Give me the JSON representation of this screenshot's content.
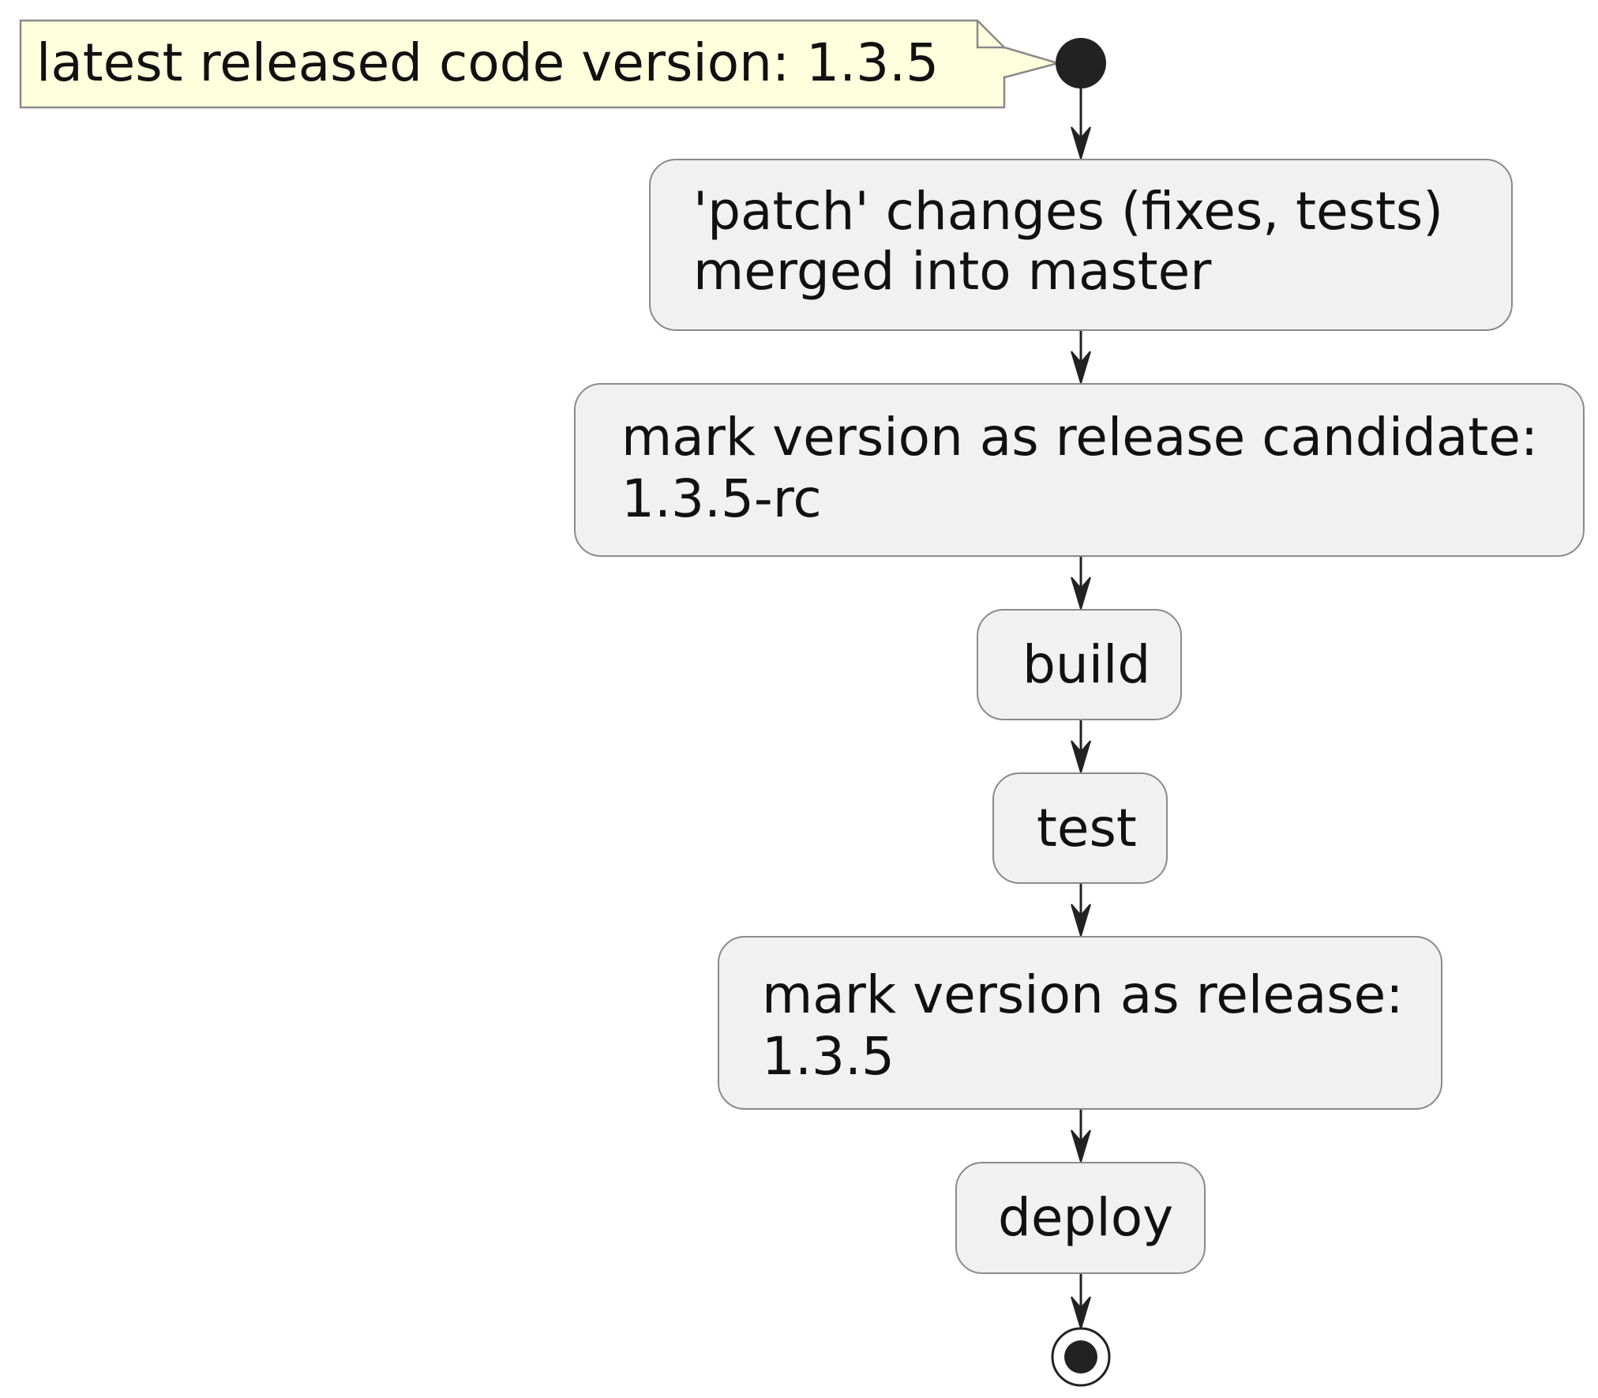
{
  "note": {
    "text": "latest released code version: 1.3.5",
    "color": "#ffffdd"
  },
  "activities": [
    {
      "line1": "'patch' changes (fixes, tests)",
      "line2": "merged into master"
    },
    {
      "line1": "mark version as release candidate:",
      "line2": "1.3.5-rc"
    },
    {
      "line1": "build",
      "line2": ""
    },
    {
      "line1": "test",
      "line2": ""
    },
    {
      "line1": "mark version as release:",
      "line2": "1.3.5"
    },
    {
      "line1": "deploy",
      "line2": ""
    }
  ],
  "start_icon": "filled-circle",
  "end_icon": "bullseye-circle"
}
